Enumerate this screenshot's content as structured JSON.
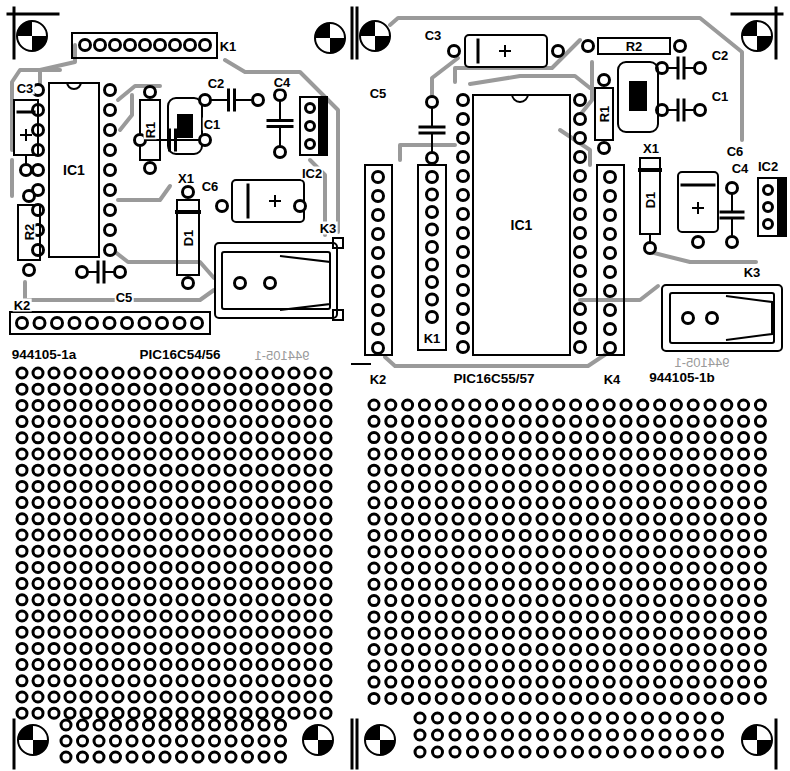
{
  "diagram": {
    "nodes": [
      {
        "text": [
          "IC1"
        ]
      },
      {
        "text": [
          "IC1"
        ]
      }
    ],
    "labels": [
      "K1",
      "C3",
      "C2",
      "C4",
      "R1",
      "C1",
      "IC2",
      "X1",
      "C6",
      "R2",
      "D1",
      "K3",
      "K2",
      "C5",
      "944105-1a",
      "PIC16C54/56",
      "944105-1",
      "C3",
      "R2",
      "C2",
      "C5",
      "C1",
      "R1",
      "X1",
      "C6",
      "C4",
      "IC2",
      "D1",
      "K3",
      "K1",
      "K2",
      "PIC16C55/57",
      "K4",
      "944105-1",
      "944105-1b"
    ]
  }
}
